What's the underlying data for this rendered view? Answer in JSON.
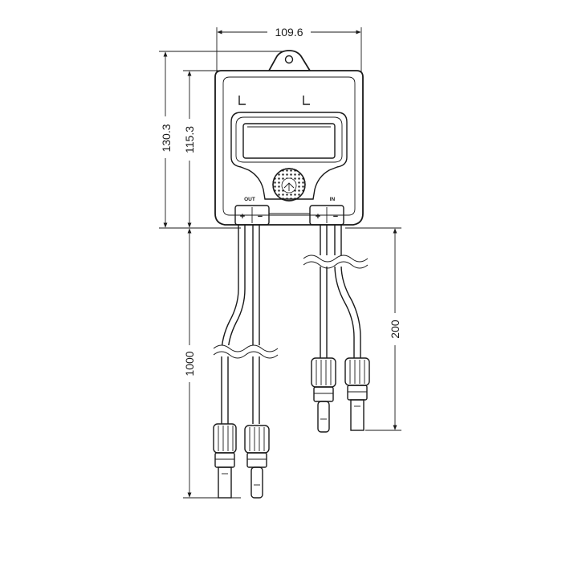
{
  "dimensions": {
    "width": "109.6",
    "height_total": "130.3",
    "height_body": "115.3",
    "cable_long": "1000",
    "cable_short": "200"
  },
  "labels": {
    "out": "OUT",
    "in": "IN",
    "plus": "+",
    "minus": "−"
  },
  "colors": {
    "line": "#1a1a1a",
    "background": "#ffffff"
  }
}
